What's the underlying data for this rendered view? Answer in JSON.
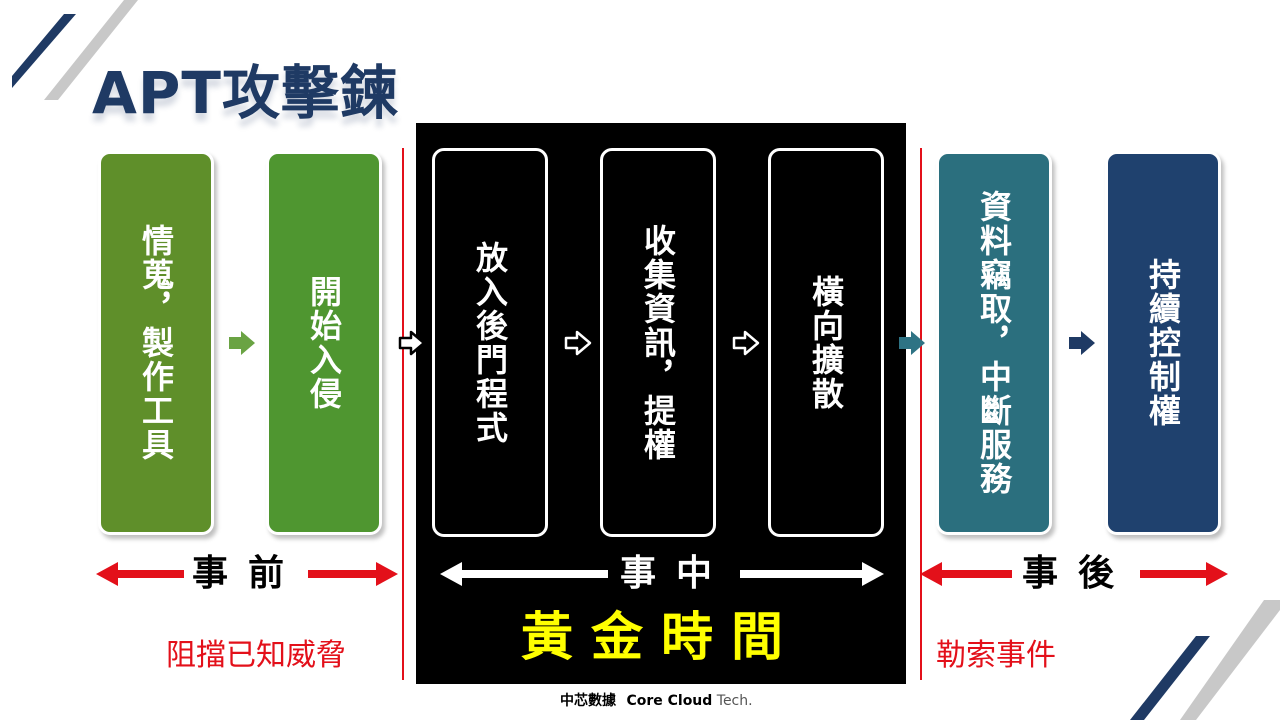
{
  "title": "APT攻擊鍊",
  "stages": [
    {
      "label": "情蒐，製作工具",
      "color": "#5f8f2a"
    },
    {
      "label": "開始入侵",
      "color": "#4f9630"
    },
    {
      "label": "放入後門程式",
      "color": "#000000"
    },
    {
      "label": "收集資訊，提權",
      "color": "#000000"
    },
    {
      "label": "橫向擴散",
      "color": "#000000"
    },
    {
      "label": "資料竊取，中斷服務",
      "color": "#2b6f7e"
    },
    {
      "label": "持續控制權",
      "color": "#1f416e"
    }
  ],
  "connectors": [
    {
      "icon": "arrow-right-icon",
      "color": "#6aa343"
    },
    {
      "icon": "arrow-right-outline-icon",
      "color": "#000000"
    },
    {
      "icon": "arrow-right-outline-icon",
      "color": "#ffffff"
    },
    {
      "icon": "arrow-right-outline-icon",
      "color": "#ffffff"
    },
    {
      "icon": "arrow-right-icon",
      "color": "#2e7384"
    },
    {
      "icon": "arrow-right-icon",
      "color": "#1f3a64"
    }
  ],
  "phases": {
    "before": {
      "label": "事前",
      "note": "阻擋已知威脅"
    },
    "during": {
      "label": "事中",
      "note": "黃金時間"
    },
    "after": {
      "label": "事後",
      "note": "勒索事件"
    }
  },
  "colors": {
    "title": "#1f3a64",
    "red": "#e3101a",
    "gold": "#ffff00",
    "decor_navy": "#1f3a64",
    "decor_gray": "#c8c8c8"
  },
  "footer": {
    "brand_cn": "中芯數據",
    "brand_en": "Core Cloud",
    "brand_suffix": "Tech."
  }
}
